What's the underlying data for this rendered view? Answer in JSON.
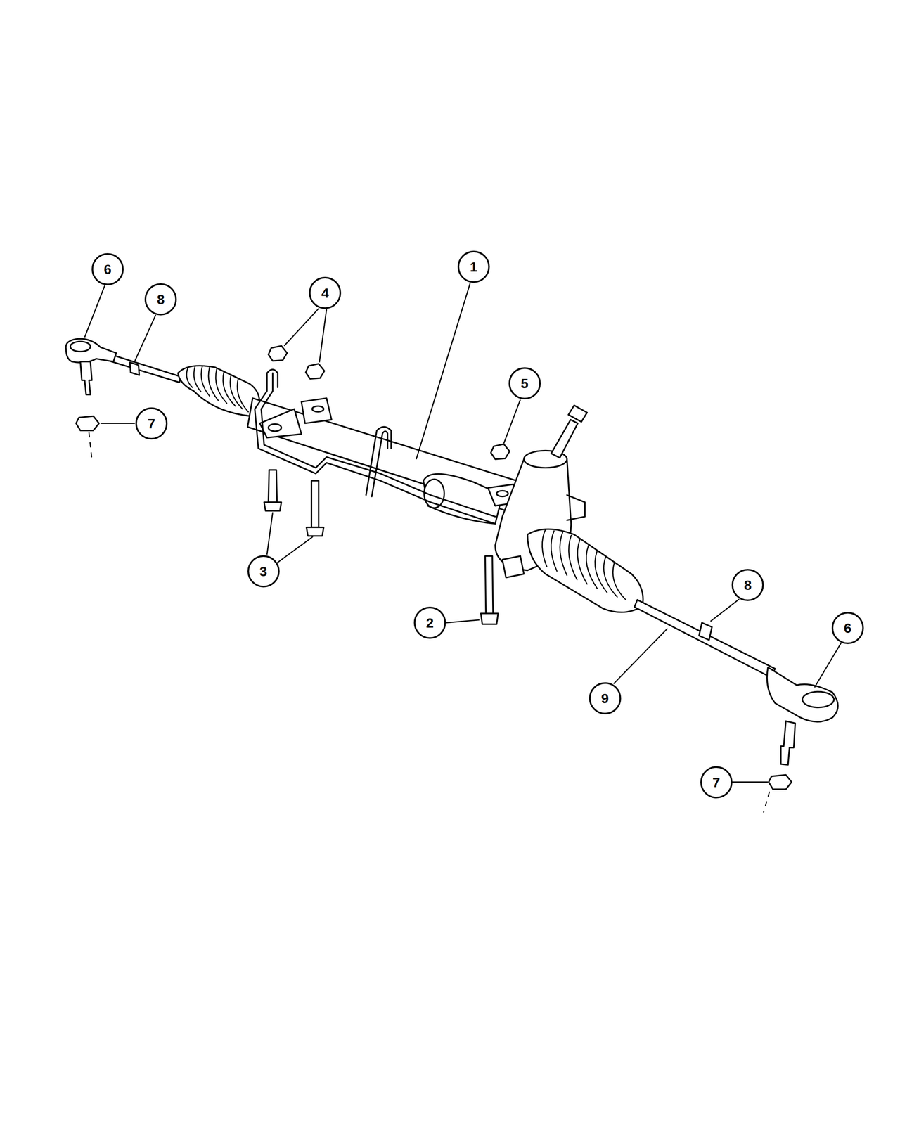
{
  "diagram": {
    "nodes": [
      {
        "text": [
          "1"
        ]
      },
      {
        "text": [
          "6"
        ]
      },
      {
        "text": [
          "4"
        ]
      },
      {
        "text": [
          "8"
        ]
      },
      {
        "text": [
          "5"
        ]
      },
      {
        "text": [
          "7"
        ]
      },
      {
        "text": [
          "3"
        ]
      },
      {
        "text": [
          "8"
        ]
      },
      {
        "text": [
          "2"
        ]
      },
      {
        "text": [
          "6"
        ]
      },
      {
        "text": [
          "9"
        ]
      },
      {
        "text": [
          "7"
        ]
      }
    ]
  }
}
